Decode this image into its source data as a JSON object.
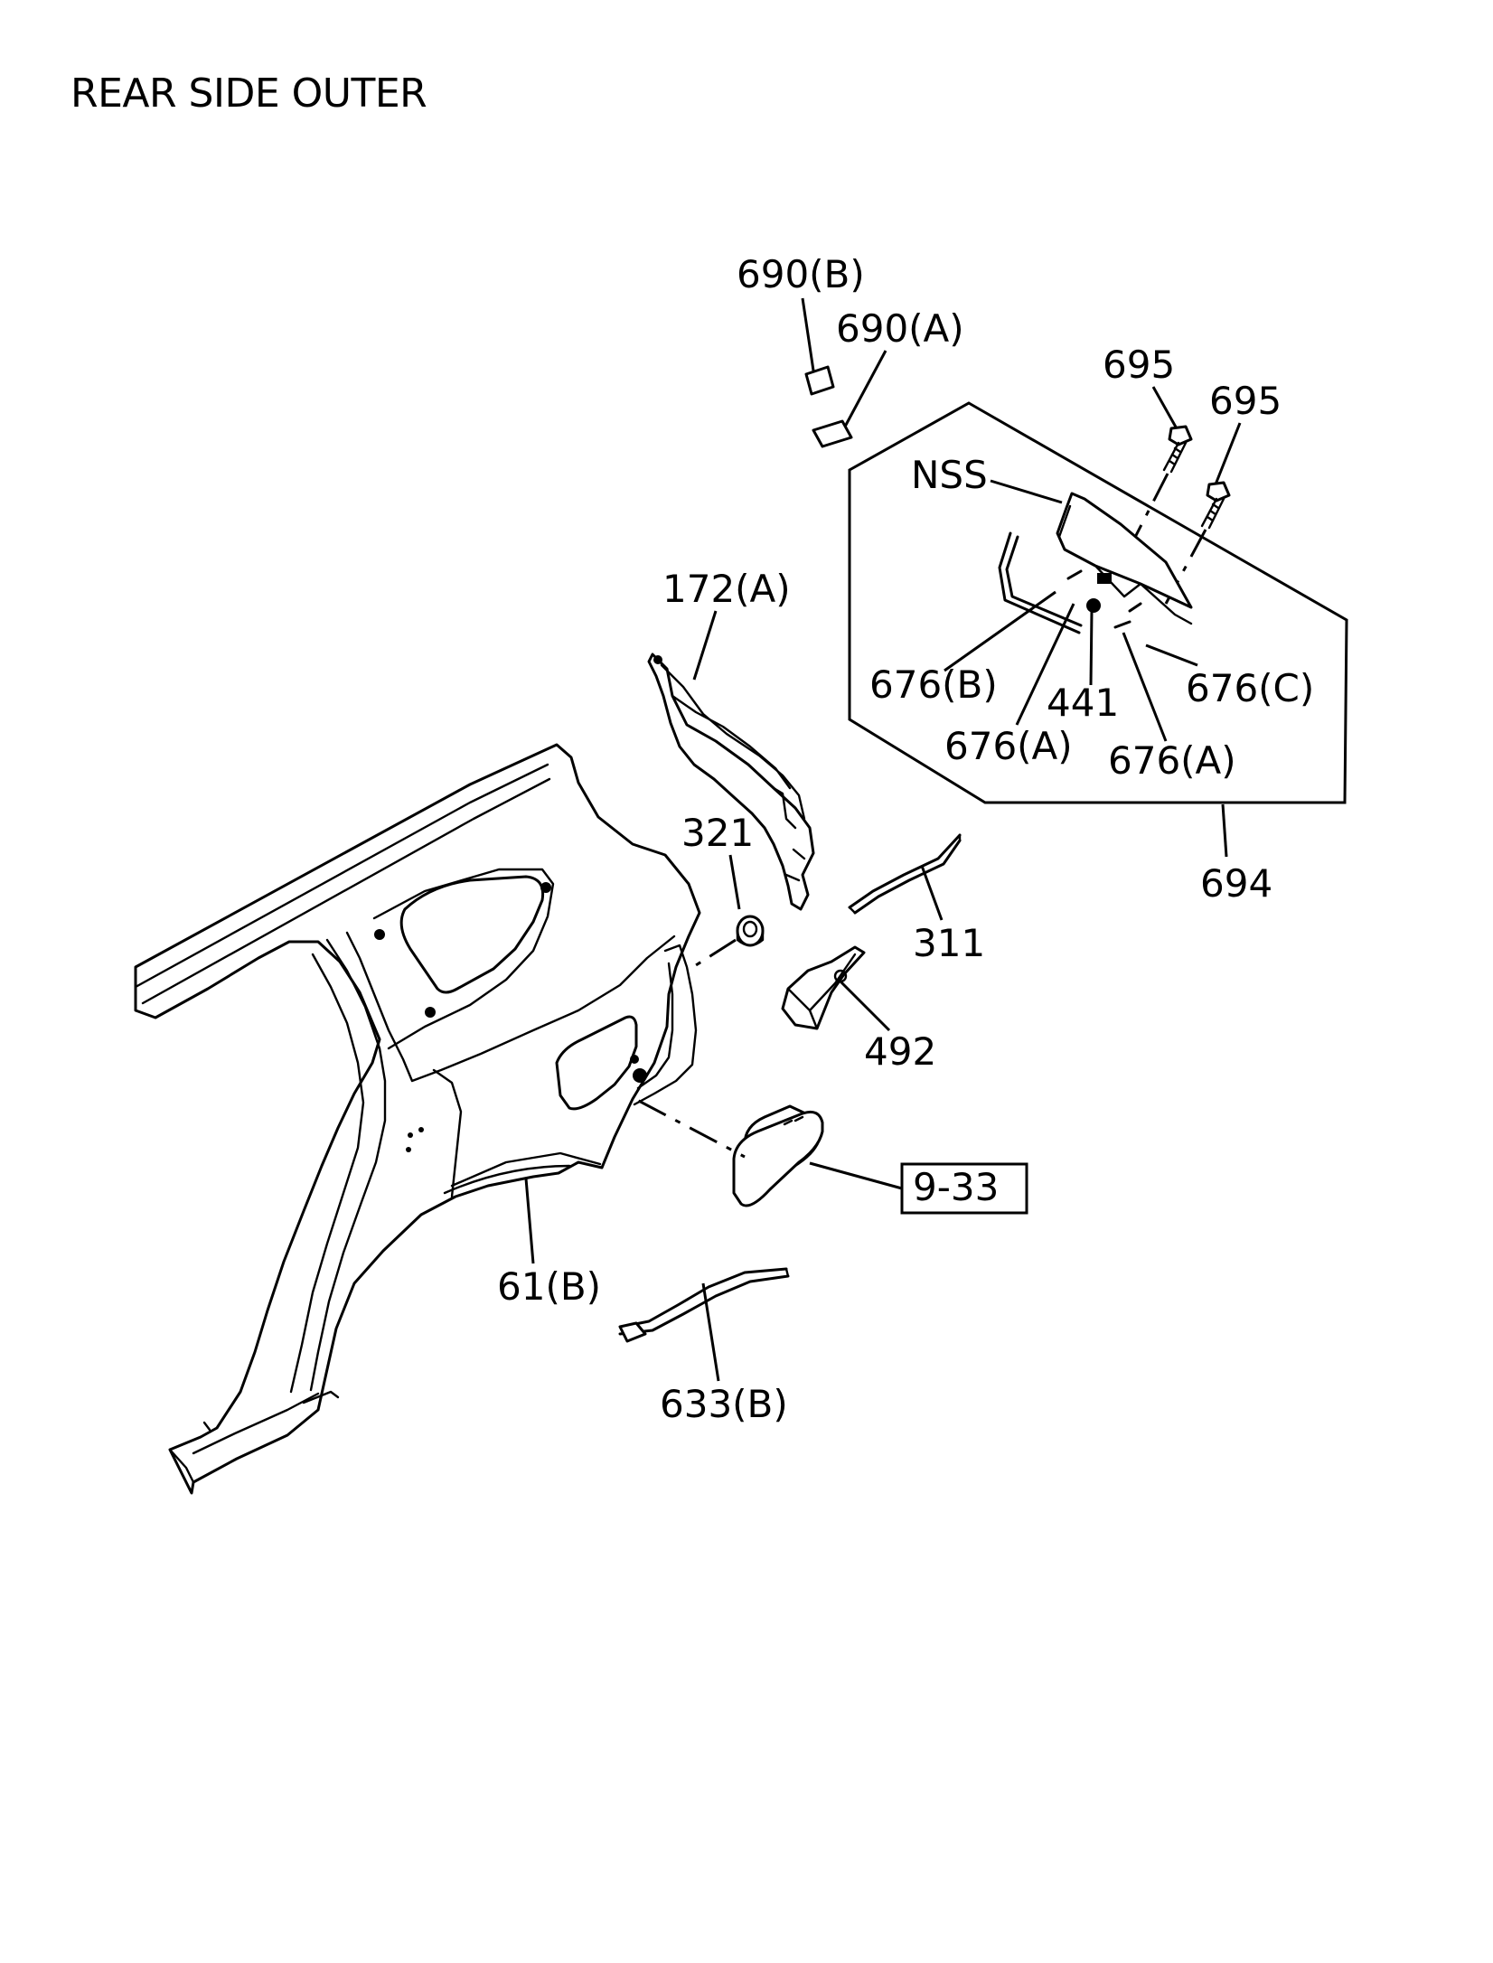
{
  "title": "REAR SIDE OUTER",
  "callouts": {
    "c690b": "690(B)",
    "c690a": "690(A)",
    "c695a": "695",
    "c695b": "695",
    "cnss": "NSS",
    "c172a": "172(A)",
    "c676b": "676(B)",
    "c441": "441",
    "c676c": "676(C)",
    "c676a1": "676(A)",
    "c676a2": "676(A)",
    "c694": "694",
    "c321": "321",
    "c311": "311",
    "c492": "492",
    "c933": "9-33",
    "c61b": "61(B)",
    "c633b": "633(B)"
  }
}
